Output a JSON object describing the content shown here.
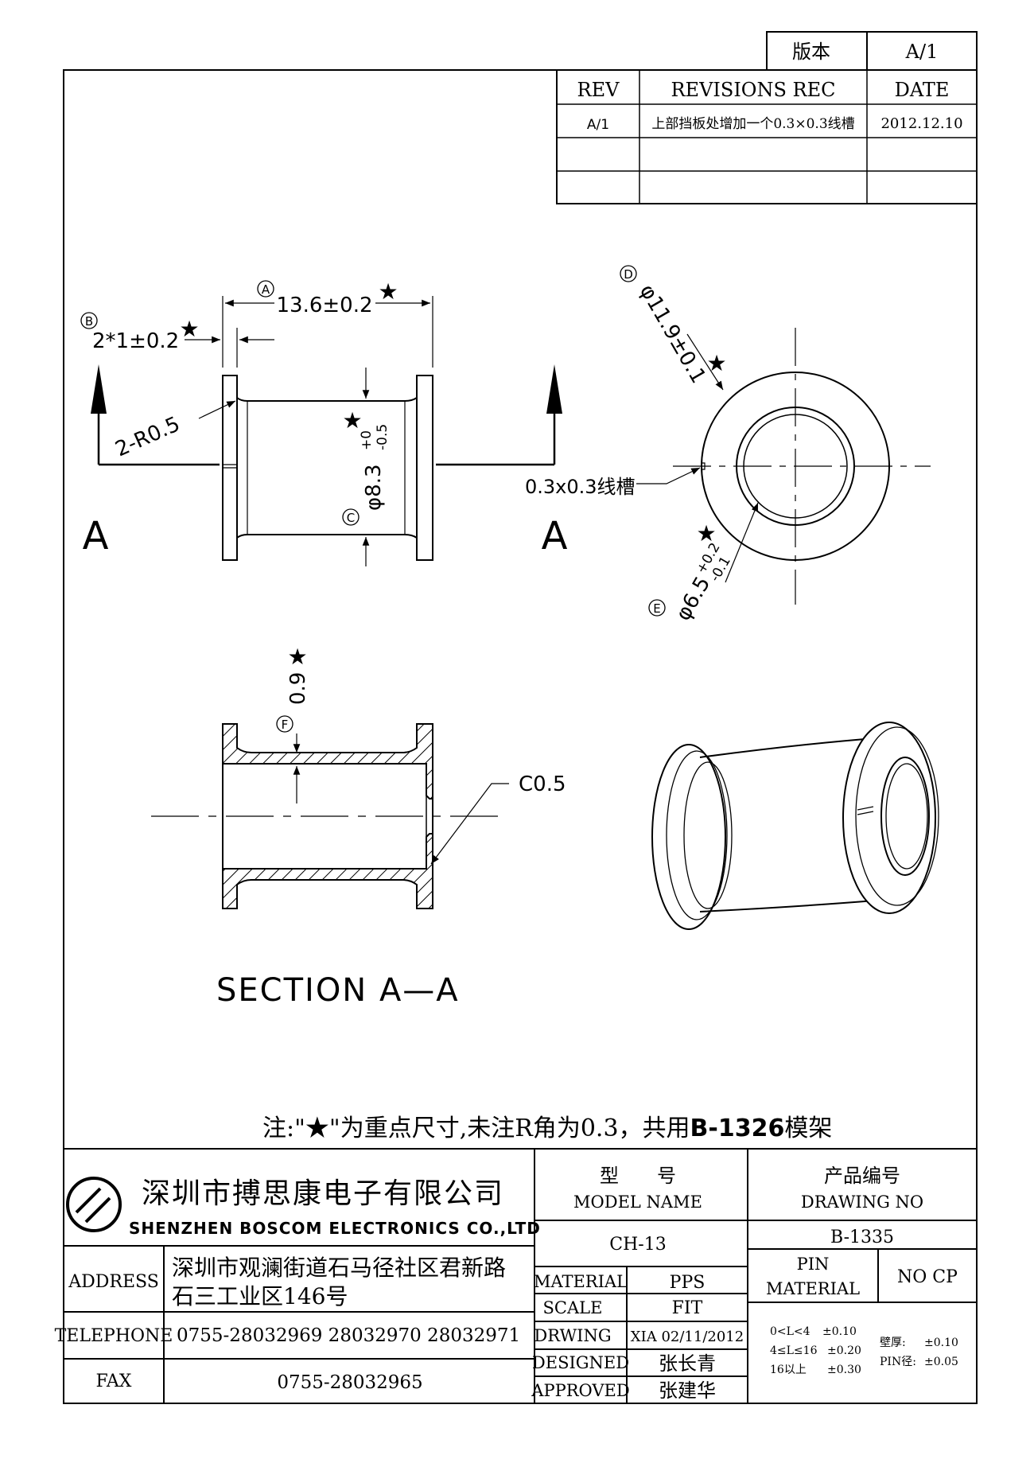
{
  "revision_box": {
    "version_label": "版本",
    "version_value": "A/1",
    "headers": {
      "rev": "REV",
      "revisions_rec": "REVISIONS REC",
      "date": "DATE"
    },
    "rows": [
      {
        "rev": "A/1",
        "description": "上部挡板处增加一个0.3×0.3线槽",
        "date": "2012.12.10"
      },
      {
        "rev": "",
        "description": "",
        "date": ""
      },
      {
        "rev": "",
        "description": "",
        "date": ""
      }
    ]
  },
  "dimensions": {
    "a_marker": "A",
    "a_value": "13.6±0.2",
    "b_marker": "B",
    "b_value": "2*1±0.2",
    "radius": "2-R0.5",
    "c_marker": "C",
    "c_value": "φ8.3",
    "c_tol_upper": "+0",
    "c_tol_lower": "-0.5",
    "d_marker": "D",
    "d_value": "φ11.9±0.1",
    "slot": "0.3x0.3线槽",
    "e_marker": "E",
    "e_value": "φ6.5",
    "e_tol_upper": "+0.2",
    "e_tol_lower": "-0.1",
    "f_marker": "F",
    "f_value": "0.9",
    "chamfer": "C0.5",
    "key_symbol": "★"
  },
  "section_markers": {
    "left": "A",
    "right": "A"
  },
  "section_title": "SECTION A—A",
  "note": {
    "prefix": "注:\"★\"为重点尺寸,未注R角为0.3，共用",
    "model_ref": "B-1326",
    "suffix": "模架"
  },
  "company": {
    "name_cn": "深圳市搏思康电子有限公司",
    "name_en": "SHENZHEN BOSCOM ELECTRONICS CO.,LTD",
    "address_label": "ADDRESS",
    "address_line1": "深圳市观澜街道石马径社区君新路",
    "address_line2": "石三工业区146号",
    "telephone_label": "TELEPHONE",
    "telephone": "0755-28032969 28032970 28032971",
    "fax_label": "FAX",
    "fax": "0755-28032965"
  },
  "title_block": {
    "model_label_cn": "型　　号",
    "model_label_en": "MODEL NAME",
    "model_value": "CH-13",
    "drawing_label_cn": "产品编号",
    "drawing_label_en": "DRAWING NO",
    "drawing_value": "B-1335",
    "material_label": "MATERIAL",
    "material_value": "PPS",
    "scale_label": "SCALE",
    "scale_value": "FIT",
    "drawing_by_label": "DRWING",
    "drawing_by_value": "XIA 02/11/2012",
    "designed_label": "DESIGNED",
    "designed_value": "张长青",
    "approved_label": "APPROVED",
    "approved_value": "张建华",
    "pin_material_label1": "PIN",
    "pin_material_label2": "MATERIAL",
    "pin_material_value": "NO CP",
    "tolerances": [
      {
        "range": "0<L<4",
        "tol": "±0.10"
      },
      {
        "range": "4≤L≤16",
        "tol": "±0.20"
      },
      {
        "range": "16以上",
        "tol": "±0.30"
      }
    ],
    "wall_label": "壁厚:",
    "wall_value": "±0.10",
    "pin_dia_label": "PIN径:",
    "pin_dia_value": "±0.05"
  }
}
